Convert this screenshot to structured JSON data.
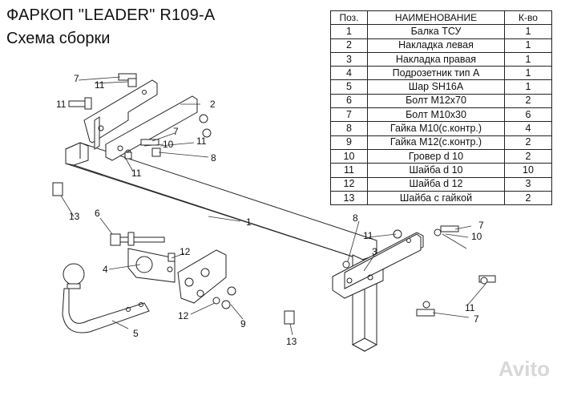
{
  "header": {
    "title": "ФАРКОП \"LEADER\"  R109-A",
    "subtitle": "Схема сборки"
  },
  "parts_table": {
    "columns": [
      "Поз.",
      "НАИМЕНОВАНИЕ",
      "К-во"
    ],
    "rows": [
      [
        "1",
        "Балка ТСУ",
        "1"
      ],
      [
        "2",
        "Накладка левая",
        "1"
      ],
      [
        "3",
        "Накладка правая",
        "1"
      ],
      [
        "4",
        "Подрозетник тип А",
        "1"
      ],
      [
        "5",
        "Шар SH16A",
        "1"
      ],
      [
        "6",
        "Болт М12х70",
        "2"
      ],
      [
        "7",
        "Болт М10х30",
        "6"
      ],
      [
        "8",
        "Гайка  М10(с.контр.)",
        "4"
      ],
      [
        "9",
        "Гайка М12(с.контр.)",
        "2"
      ],
      [
        "10",
        "Гровер d 10",
        "2"
      ],
      [
        "11",
        "Шайба d 10",
        "10"
      ],
      [
        "12",
        "Шайба d 12",
        "3"
      ],
      [
        "13",
        "Шайба с гайкой",
        "2"
      ]
    ]
  },
  "callouts": {
    "c1": "1",
    "c2": "2",
    "c3": "3",
    "c4": "4",
    "c5": "5",
    "c6": "6",
    "c7a": "7",
    "c7b": "7",
    "c7c": "7",
    "c7d": "7",
    "c8a": "8",
    "c8b": "8",
    "c9": "9",
    "c10a": "10",
    "c10b": "10",
    "c11a": "11",
    "c11b": "11",
    "c11c": "11",
    "c11d": "11",
    "c11e": "11",
    "c11f": "11",
    "c12a": "12",
    "c12b": "12",
    "c13a": "13",
    "c13b": "13"
  },
  "watermark": "Avito"
}
